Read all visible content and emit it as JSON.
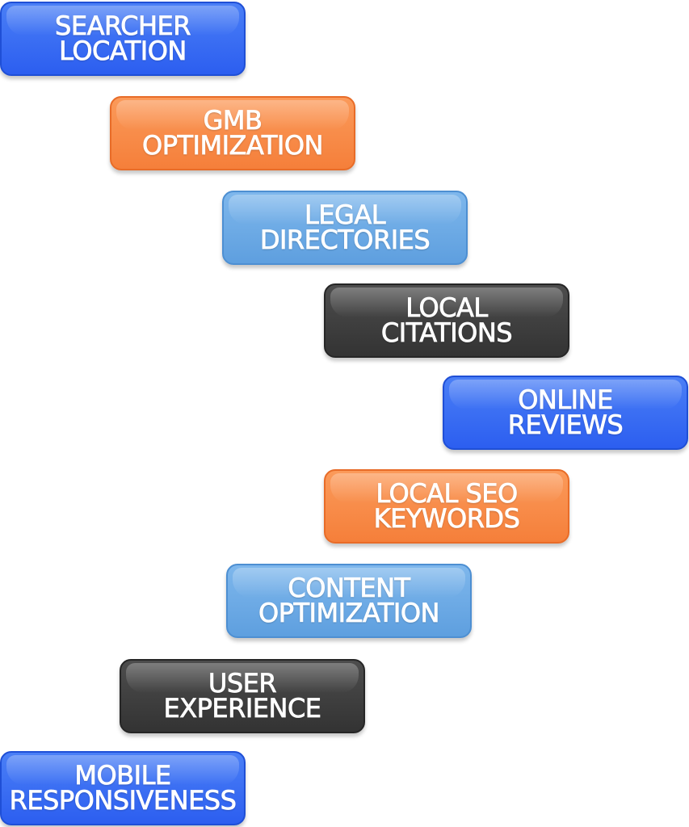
{
  "tiles": [
    {
      "line1": "SEARCHER",
      "line2": "LOCATION",
      "color": "blue"
    },
    {
      "line1": "GMB",
      "line2": "OPTIMIZATION",
      "color": "orange"
    },
    {
      "line1": "LEGAL",
      "line2": "DIRECTORIES",
      "color": "light-blue"
    },
    {
      "line1": "LOCAL",
      "line2": "CITATIONS",
      "color": "dark-gray"
    },
    {
      "line1": "ONLINE",
      "line2": "REVIEWS",
      "color": "blue"
    },
    {
      "line1": "LOCAL SEO",
      "line2": "KEYWORDS",
      "color": "orange"
    },
    {
      "line1": "CONTENT",
      "line2": "OPTIMIZATION",
      "color": "light-blue"
    },
    {
      "line1": "USER",
      "line2": "EXPERIENCE",
      "color": "dark-gray"
    },
    {
      "line1": "MOBILE",
      "line2": "RESPONSIVENESS",
      "color": "blue"
    }
  ],
  "palette": {
    "blue": "#2c5ef0",
    "orange": "#f57f3a",
    "light-blue": "#5e9fdf",
    "dark-gray": "#333333"
  }
}
